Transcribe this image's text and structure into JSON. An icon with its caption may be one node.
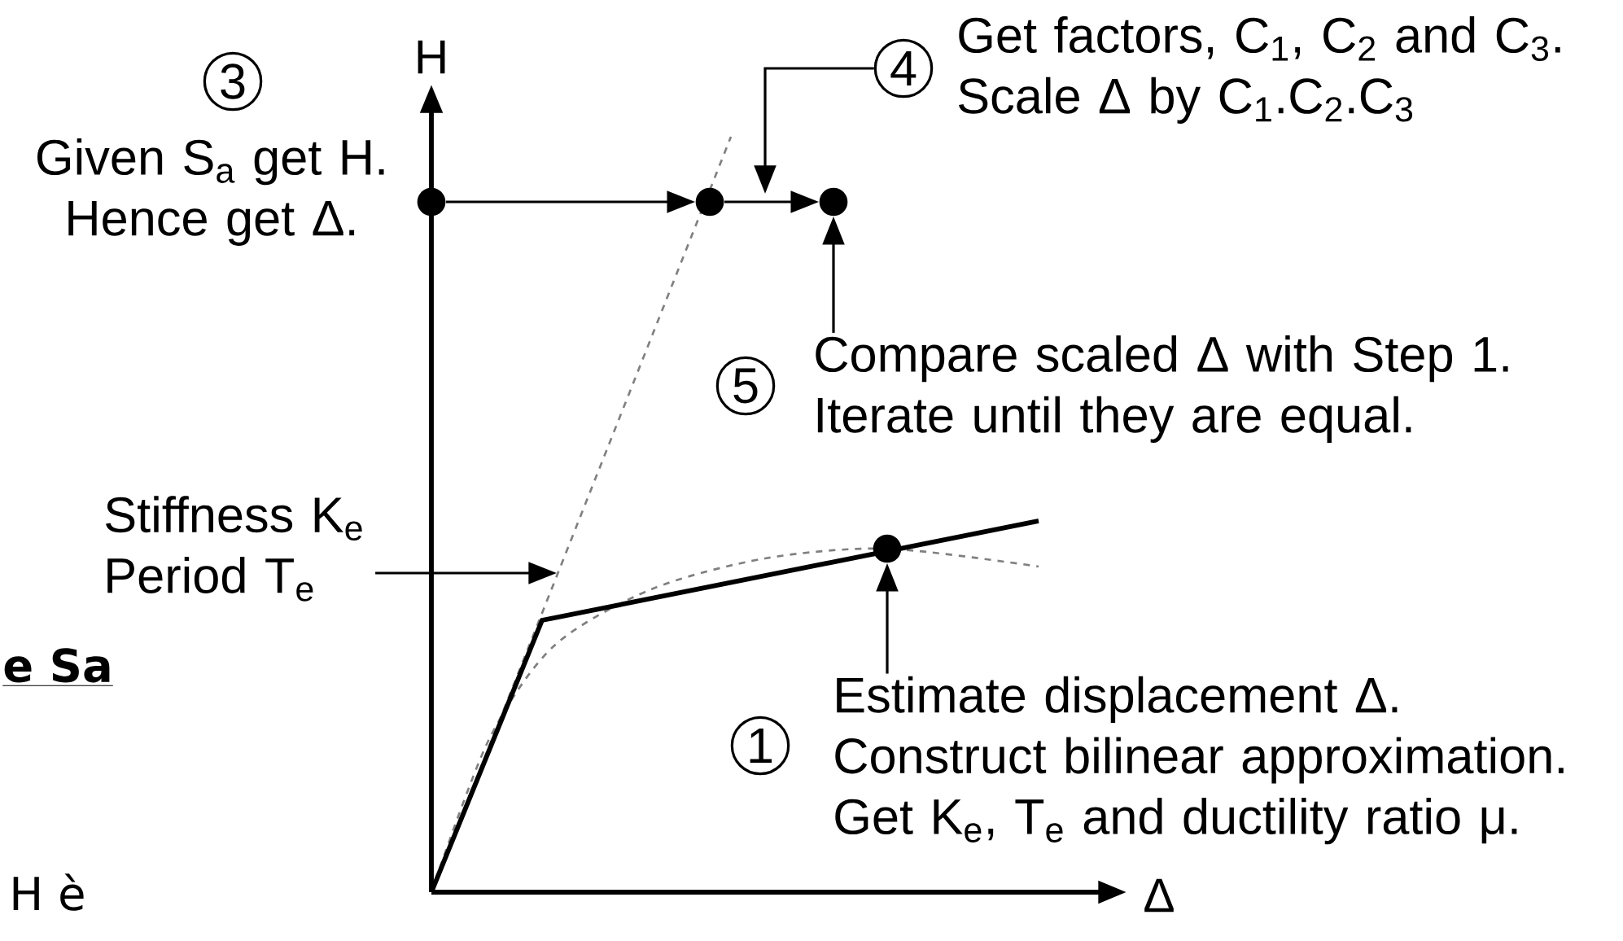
{
  "diagram": {
    "nodes": [
      {
        "text": [
          "3"
        ],
        "beside": [
          "Given S$_{a}$ get H. Hence get Δ."
        ]
      },
      {
        "text": [
          "4"
        ],
        "beside": [
          "Get factors, C$_{1}$, C$_{2}$ and C$_{3}$. Scale Δ by C$_{1}$.C$_{2}$.C$_{3}$"
        ]
      },
      {
        "text": [],
        "shape": "circle"
      },
      {
        "text": [],
        "shape": "circle"
      },
      {
        "text": [],
        "shape": "circle"
      },
      {
        "text": [
          "5"
        ],
        "beside": [
          "Compare scaled Δ with Step 1. Iterate until they are equal."
        ]
      },
      {
        "text": [
          "Stiffness K$_{e}$ Period T$_{e}$"
        ]
      },
      {
        "text": [],
        "shape": "circle"
      },
      {
        "text": [
          "1"
        ],
        "beside": [
          "Estimate displacement Δ. Construct bilinear approximation. Get K$_{e}$, T$_{e}$ and ductility ratio μ."
        ]
      }
    ],
    "edges": [
      {
        "from": 2,
        "to": 3,
        "arrow": "to"
      },
      {
        "from": 3,
        "to": 4,
        "arrow": "to"
      },
      {
        "from": 1,
        "to": null,
        "arrow": "to"
      },
      {
        "from": 5,
        "to": 4,
        "arrow": "to"
      },
      {
        "from": 8,
        "to": 7,
        "arrow": "to"
      },
      {
        "from": 6,
        "to": null,
        "arrow": "to"
      }
    ],
    "labels": [
      "H",
      "Δ",
      "e Sa",
      "H è"
    ]
  }
}
